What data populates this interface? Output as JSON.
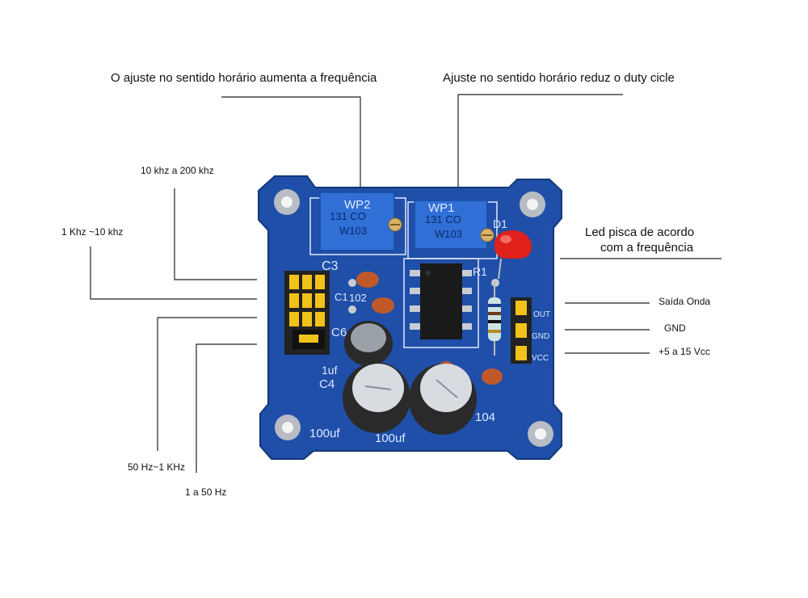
{
  "annotations": {
    "freq_adjust": "O ajuste no sentido horário aumenta a frequência",
    "duty_adjust": "Ajuste no sentido horário reduz o duty cicle",
    "range_10k_200k": "10 khz a 200 khz",
    "range_1k_10k": "1 Khz ~10 khz",
    "range_50_1k": "50 Hz~1 KHz",
    "range_1_50": "1 a 50 Hz",
    "led_line1": "Led pisca de acordo",
    "led_line2": "com a frequência",
    "out_wave": "Saída Onda",
    "gnd": "GND",
    "vcc": "+5 a 15 Vcc"
  },
  "board_silkscreen": {
    "rp2": "WP2",
    "rp1": "WP1",
    "pot_code_top": "131 CO",
    "pot_code_bottom": "W103",
    "d1": "D1",
    "c3": "C3",
    "c1": "C1",
    "c1_value": "102",
    "c6": "C6",
    "c4": "C4",
    "c4_value": "1uf",
    "r1": "R1",
    "cap_left_value": "100uf",
    "cap_right_value": "100uf",
    "c5_value": "104",
    "pin_out": "OUT",
    "pin_gnd": "GND",
    "pin_vcc": "VCC"
  },
  "colors": {
    "board": "#1f4fa8",
    "pot": "#2f6fd6",
    "header": "#f2c21a",
    "led": "#e0201a",
    "capacitor": "#2a2a2a",
    "ceramic_cap": "#c0592a"
  }
}
